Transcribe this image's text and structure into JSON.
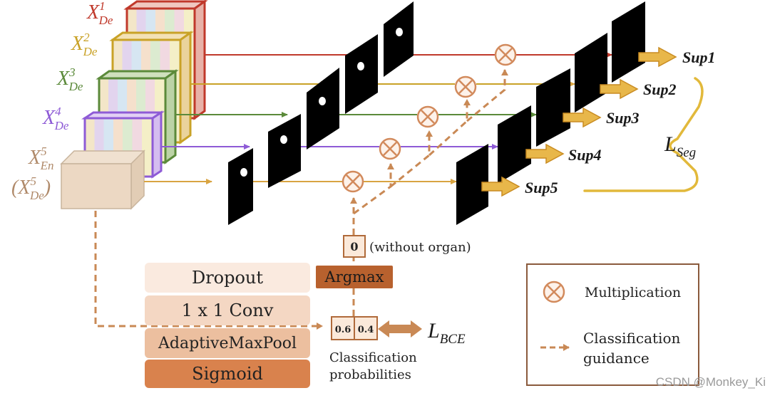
{
  "colors": {
    "de1": "#c0392b",
    "de2": "#c9a227",
    "de3": "#5b8a3a",
    "de4": "#8e5bd6",
    "en5": "#e8d3bc",
    "flow": "#d9a441",
    "guide": "#c98955",
    "circle": "#d28a5c",
    "arrow_fill": "#e8b74a"
  },
  "decoder_labels": [
    {
      "base": "X",
      "sup": "1",
      "sub": "De",
      "color": "#c0392b"
    },
    {
      "base": "X",
      "sup": "2",
      "sub": "De",
      "color": "#c9a227"
    },
    {
      "base": "X",
      "sup": "3",
      "sub": "De",
      "color": "#5b8a3a"
    },
    {
      "base": "X",
      "sup": "4",
      "sub": "De",
      "color": "#8e5bd6"
    }
  ],
  "encoder_label": {
    "base": "X",
    "sup": "5",
    "sub": "En"
  },
  "encoder_label_alt": {
    "open": "(",
    "base": "X",
    "sup": "5",
    "sub": "De",
    "close": ")"
  },
  "sup_labels": [
    "Sup1",
    "Sup2",
    "Sup3",
    "Sup4",
    "Sup5"
  ],
  "loss_seg": {
    "main": "L",
    "sub": "Seg"
  },
  "loss_bce": {
    "main": "L",
    "sub": "BCE"
  },
  "cls_head_layers": [
    "Dropout",
    "1 x 1 Conv",
    "AdaptiveMaxPool",
    "Sigmoid"
  ],
  "argmax_label": "Argmax",
  "argmax_output": {
    "value": "0",
    "note": "(without organ)"
  },
  "probabilities": {
    "values": [
      "0.6",
      "0.4"
    ],
    "caption_line1": "Classification",
    "caption_line2": "probabilities"
  },
  "legend": {
    "multiplication": "Multiplication",
    "guidance_line1": "Classification",
    "guidance_line2": "guidance"
  },
  "watermark": "CSDN @Monkey_Ki"
}
